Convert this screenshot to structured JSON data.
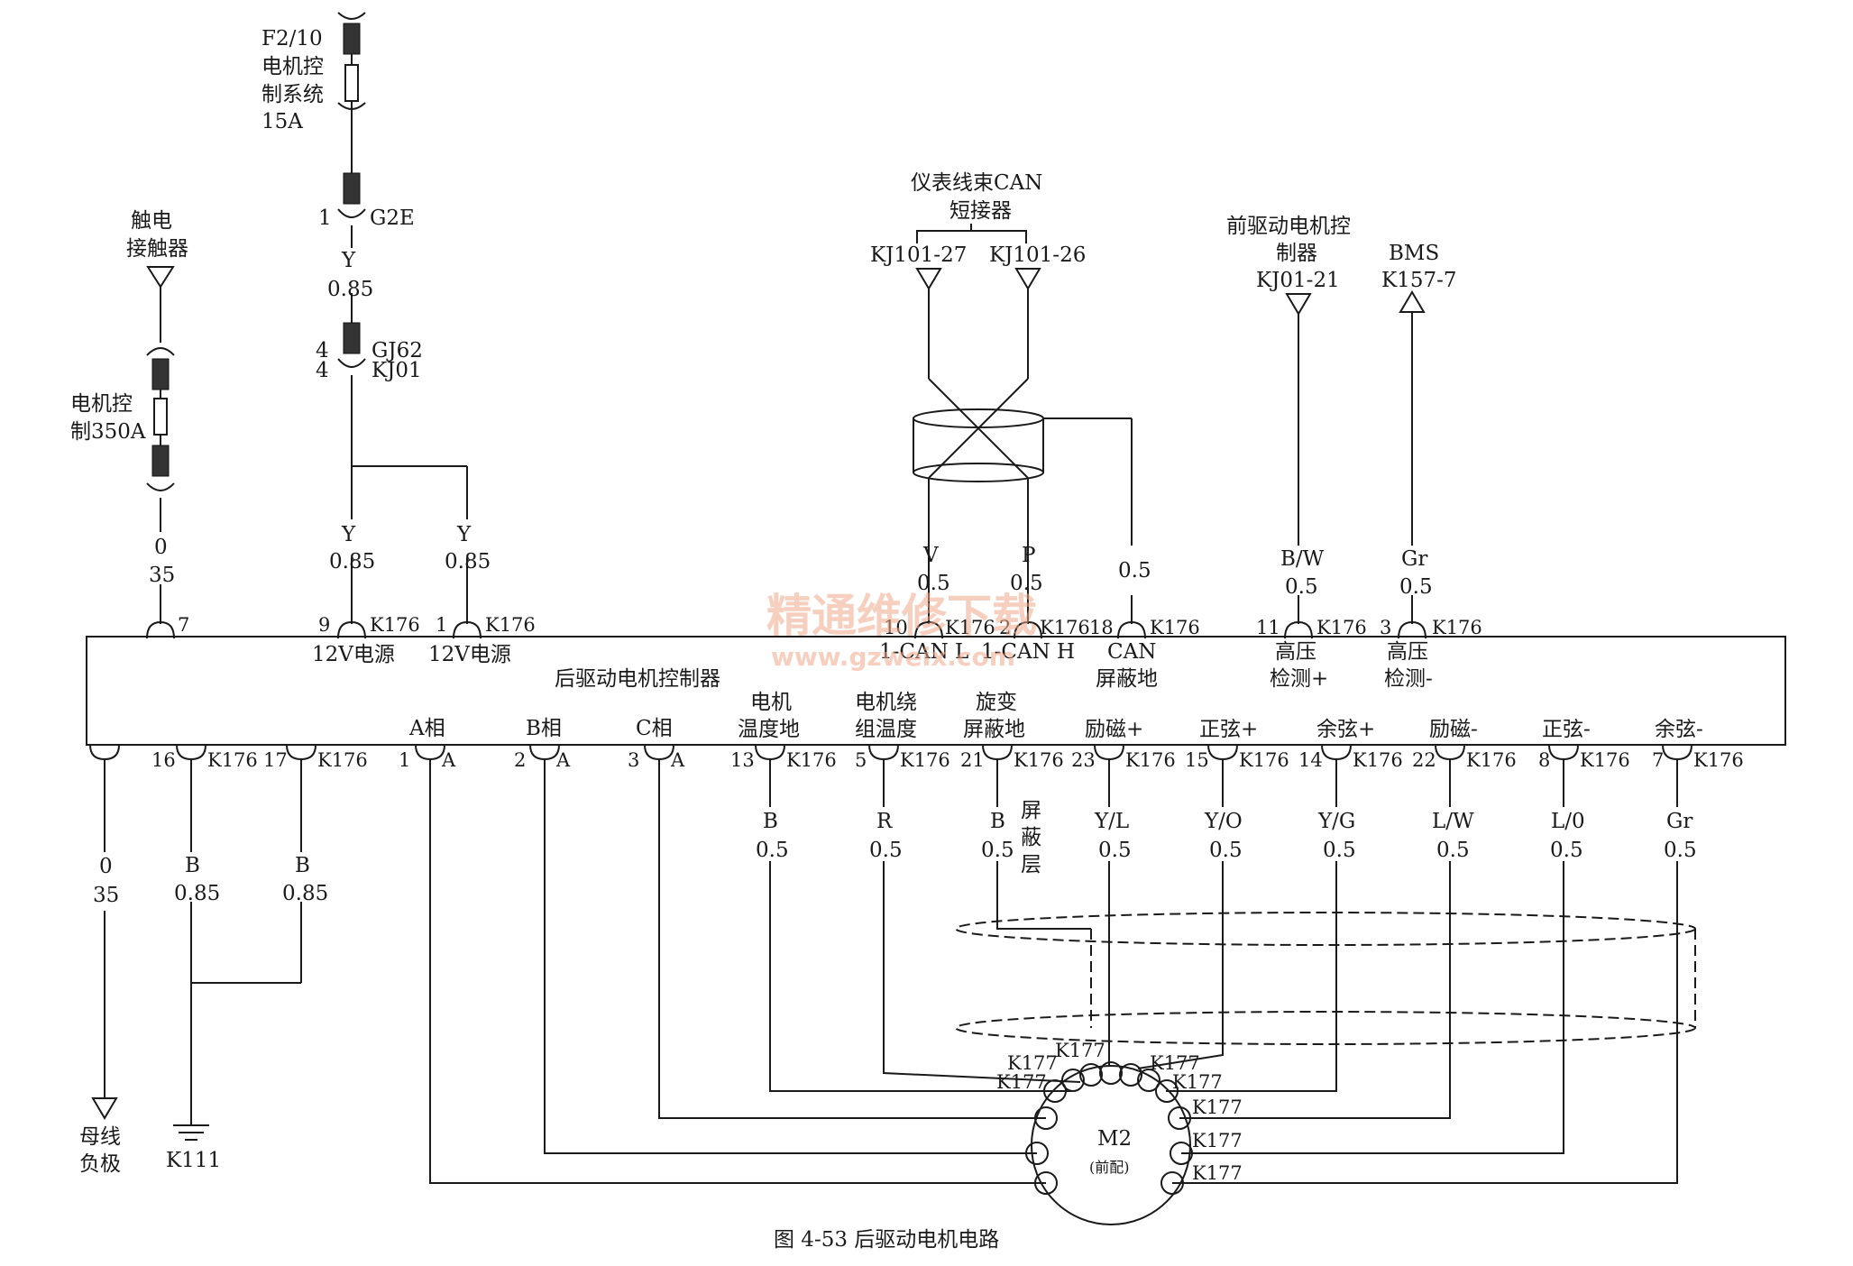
{
  "fuse": {
    "id": "F2/10",
    "name1": "电机控",
    "name2": "制系统",
    "rating": "15A",
    "g2e_pin": "1",
    "g2e": "G2E",
    "wire1_color": "Y",
    "wire1_size": "0.85",
    "gj62_pin": "4",
    "kj01_pin": "4",
    "gj62": "GJ62",
    "kj01": "KJ01",
    "wire2_color": "Y",
    "wire2_size": "0.85",
    "wire3_color": "Y",
    "wire3_size": "0.85"
  },
  "contactor": {
    "name1": "触电",
    "name2": "接触器",
    "fuse1": "电机控",
    "fuse2": "制350A",
    "wire_color": "0",
    "wire_size": "35",
    "pin": "7"
  },
  "can": {
    "title1": "仪表线束CAN",
    "title2": "短接器",
    "left_id": "KJ101-27",
    "right_id": "KJ101-26",
    "wire1_color": "V",
    "wire1_size": "0.5",
    "wire2_color": "P",
    "wire2_size": "0.5",
    "shield_size": "0.5"
  },
  "front": {
    "name1": "前驱动电机控",
    "name2": "制器",
    "id": "KJ01-21",
    "wire_color": "B/W",
    "wire_size": "0.5"
  },
  "bms": {
    "name": "BMS",
    "id": "K157-7",
    "wire_color": "Gr",
    "wire_size": "0.5"
  },
  "top": {
    "k176": "K176",
    "p9_num": "9",
    "p1_num": "1",
    "p10_num": "10",
    "p2_num": "2",
    "p18_num": "18",
    "p11_num": "11",
    "p3_num": "3"
  },
  "box": {
    "title": "后驱动电机控制器",
    "l12v_a": "12V电源",
    "l12v_b": "12V电源",
    "can_l": "1-CAN L",
    "can_h": "1-CAN H",
    "can_gnd1": "CAN",
    "can_gnd2": "屏蔽地",
    "hv_plus1": "高压",
    "hv_plus2": "检测+",
    "hv_minus1": "高压",
    "hv_minus2": "检测-",
    "phase_a": "A相",
    "phase_b": "B相",
    "phase_c": "C相",
    "mtemp1": "电机",
    "mtemp2": "温度地",
    "wtemp1": "电机绕",
    "wtemp2": "组温度",
    "resolver1": "旋变",
    "resolver2": "屏蔽地",
    "exc_p": "励磁+",
    "sin_p": "正弦+",
    "cos_p": "余弦+",
    "exc_m": "励磁-",
    "sin_m": "正弦-",
    "cos_m": "余弦-"
  },
  "bottom": {
    "k176": "K176",
    "a": "A",
    "p16": "16",
    "p17": "17",
    "p1": "1",
    "p2": "2",
    "p3": "3",
    "p13": "13",
    "p5": "5",
    "p21": "21",
    "p23": "23",
    "p15": "15",
    "p14": "14",
    "p22": "22",
    "p8": "8",
    "p7": "7",
    "bus_wire_color": "0",
    "bus_wire_size": "35",
    "bus1": "母线",
    "bus2": "负极",
    "gnd_color1": "B",
    "gnd_size1": "0.85",
    "gnd_color2": "B",
    "gnd_size2": "0.85",
    "k111": "K111"
  },
  "wires": [
    {
      "color": "B",
      "size": "0.5"
    },
    {
      "color": "R",
      "size": "0.5"
    },
    {
      "color": "B",
      "size": "0.5"
    },
    {
      "color": "Y/L",
      "size": "0.5"
    },
    {
      "color": "Y/O",
      "size": "0.5"
    },
    {
      "color": "Y/G",
      "size": "0.5"
    },
    {
      "color": "L/W",
      "size": "0.5"
    },
    {
      "color": "L/0",
      "size": "0.5"
    },
    {
      "color": "Gr",
      "size": "0.5"
    }
  ],
  "motor": {
    "name": "M2",
    "sub": "(前配)",
    "k177": "K177"
  },
  "watermark": {
    "text1": "精通维修下载",
    "text2": "www.gzweix.com"
  },
  "caption": "图 4-53   后驱动电机电路"
}
